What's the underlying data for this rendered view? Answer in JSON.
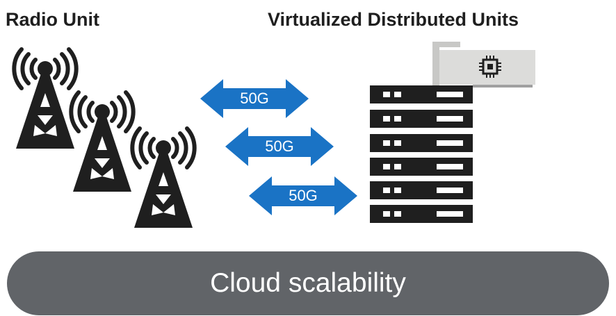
{
  "headings": {
    "radio_unit": "Radio Unit",
    "vdu": "Virtualized Distributed Units"
  },
  "links": [
    {
      "label": "50G"
    },
    {
      "label": "50G"
    },
    {
      "label": "50G"
    }
  ],
  "banner": {
    "label": "Cloud scalability"
  },
  "icons": {
    "tower": "radio-tower-icon",
    "arrow": "bidirectional-arrow-icon",
    "server": "server-rack-icon",
    "card": "accelerator-card-icon",
    "chip": "chip-icon"
  },
  "colors": {
    "tower": "#1f1f1f",
    "arrow": "#1a73c5",
    "server": "#1f1f1f",
    "card": "#dcdcda",
    "banner": "#616468",
    "text_dark": "#1f1f1f"
  }
}
